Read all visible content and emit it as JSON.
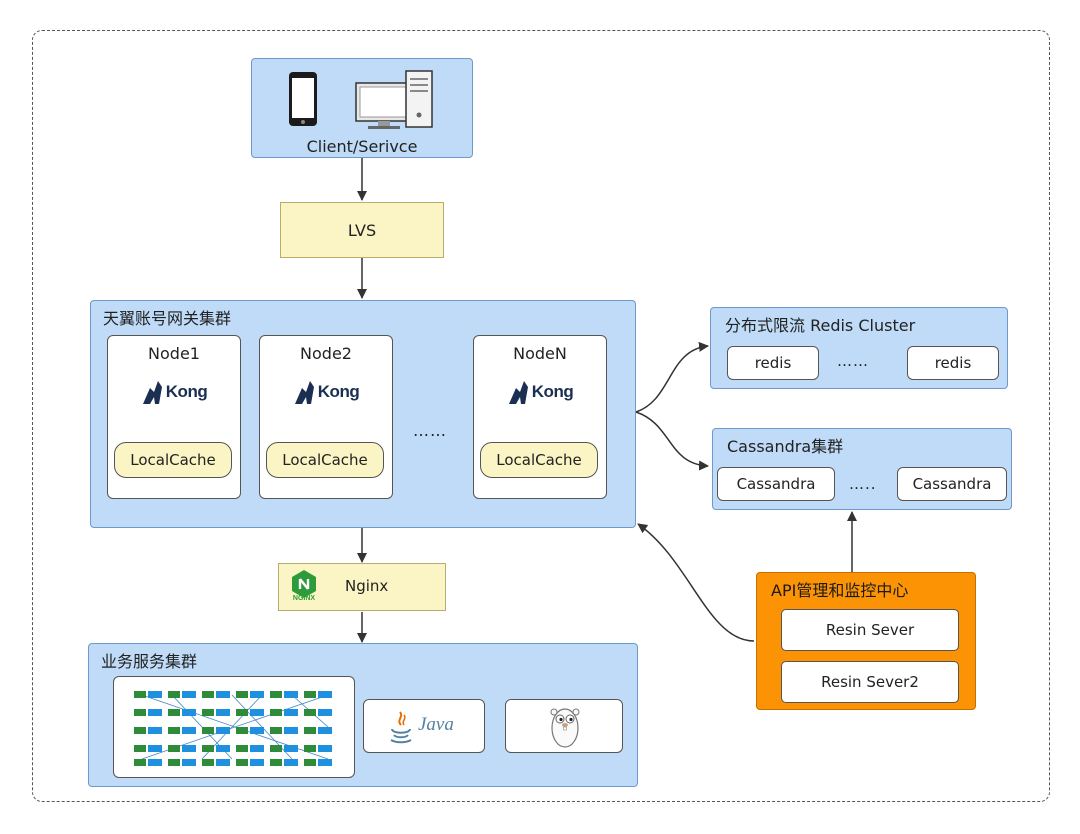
{
  "client": {
    "label": "Client/Serivce"
  },
  "lvs": {
    "label": "LVS"
  },
  "gateway": {
    "title": "天翼账号网关集群",
    "nodes": [
      {
        "name": "Node1",
        "logo": "Kong",
        "cache": "LocalCache"
      },
      {
        "name": "Node2",
        "logo": "Kong",
        "cache": "LocalCache"
      },
      {
        "name": "NodeN",
        "logo": "Kong",
        "cache": "LocalCache"
      }
    ],
    "ellipsis": "……"
  },
  "redis": {
    "title": "分布式限流 Redis Cluster",
    "items": [
      "redis",
      "redis"
    ],
    "ellipsis": "……"
  },
  "cassandra": {
    "title": "Cassandra集群",
    "items": [
      "Cassandra",
      "Cassandra"
    ],
    "ellipsis": "….."
  },
  "nginx": {
    "label": "Nginx",
    "logo": "NGINX"
  },
  "business": {
    "title": "业务服务集群",
    "java": "Java"
  },
  "api": {
    "title": "API管理和监控中心",
    "items": [
      "Resin Sever",
      "Resin Sever2"
    ]
  },
  "icons": [
    "tablet-icon",
    "desktop-computer-icon",
    "kong-logo-icon",
    "nginx-logo-icon",
    "java-logo-icon",
    "gopher-icon",
    "network-grid-icon"
  ],
  "colors": {
    "blue_fill": "#bfdbf7",
    "yellow_fill": "#fbf4c4",
    "orange_fill": "#fb9304"
  }
}
